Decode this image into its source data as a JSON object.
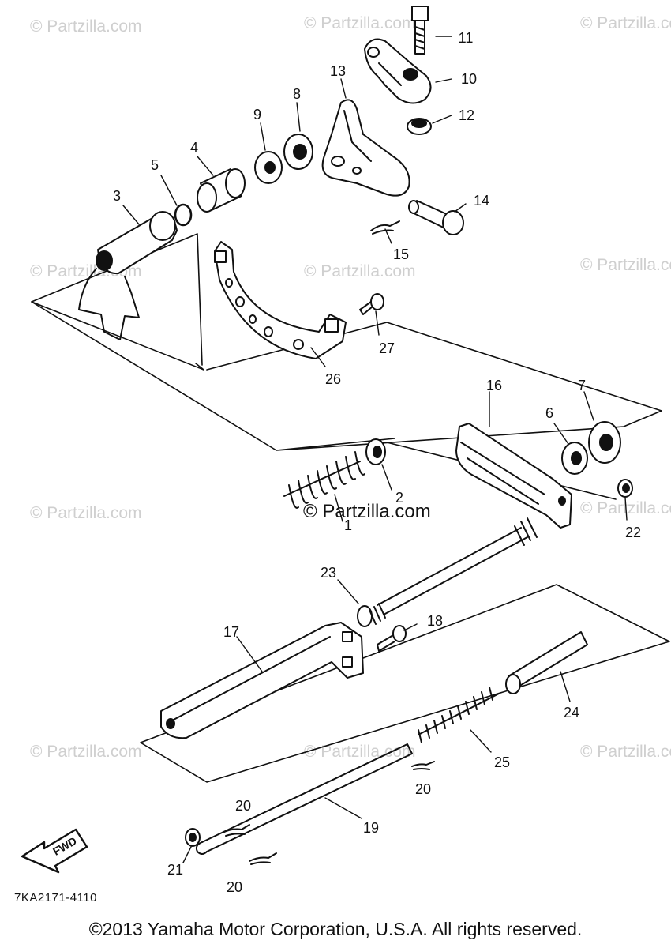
{
  "watermark_text": "© Partzilla.com",
  "center_watermark": "© Partzilla.com",
  "part_code": "7KA2171-4110",
  "copyright": "©2013 Yamaha Motor Corporation, U.S.A. All rights reserved.",
  "fwd_label": "FWD",
  "callouts": {
    "c1": "1",
    "c2": "2",
    "c3": "3",
    "c4": "4",
    "c5": "5",
    "c6": "6",
    "c7": "7",
    "c8": "8",
    "c9": "9",
    "c10": "10",
    "c11": "11",
    "c12": "12",
    "c13": "13",
    "c14": "14",
    "c15": "15",
    "c16": "16",
    "c17": "17",
    "c18": "18",
    "c19": "19",
    "c20a": "20",
    "c20b": "20",
    "c20c": "20",
    "c21": "21",
    "c22": "22",
    "c23": "23",
    "c24": "24",
    "c25": "25",
    "c26": "26",
    "c27": "27"
  }
}
